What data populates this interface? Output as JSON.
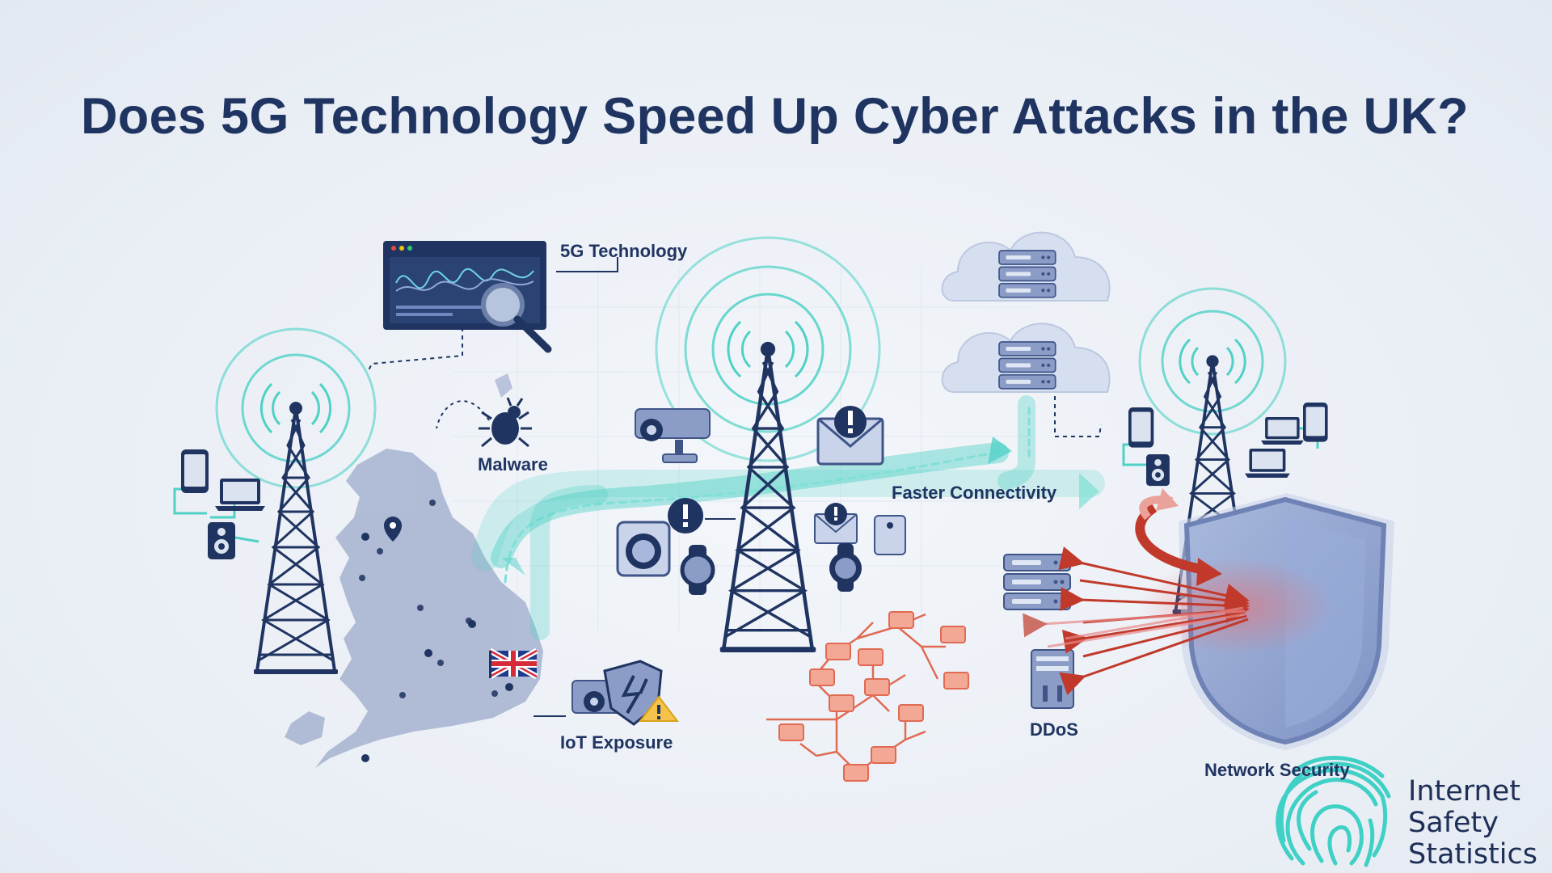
{
  "title": "Does 5G Technology Speed Up Cyber Attacks in the UK?",
  "labels": {
    "tech": "5G Technology",
    "malware": "Malware",
    "faster": "Faster Connectivity",
    "iot": "IoT Exposure",
    "ddos": "DDoS",
    "security": "Network Security"
  },
  "brand": {
    "line1": "Internet",
    "line2": "Safety",
    "line3": "Statistics"
  },
  "colors": {
    "navy": "#1f3461",
    "teal": "#4fd1c5",
    "attack_red": "#c0392b",
    "iot_orange": "#e8806a",
    "map_blue": "#aab6d3",
    "shield_blue": "#8ea3cf"
  },
  "icons": [
    "monitor-icon",
    "magnifier-icon",
    "bug-icon",
    "cell-tower-icon",
    "cloud-server-icon",
    "server-icon",
    "shield-icon",
    "fingerprint-icon",
    "uk-flag-icon",
    "warning-icon",
    "mail-alert-icon",
    "camera-icon",
    "smartphone-icon",
    "laptop-icon",
    "speaker-icon",
    "smartwatch-icon",
    "washing-machine-icon",
    "location-pin-icon"
  ]
}
